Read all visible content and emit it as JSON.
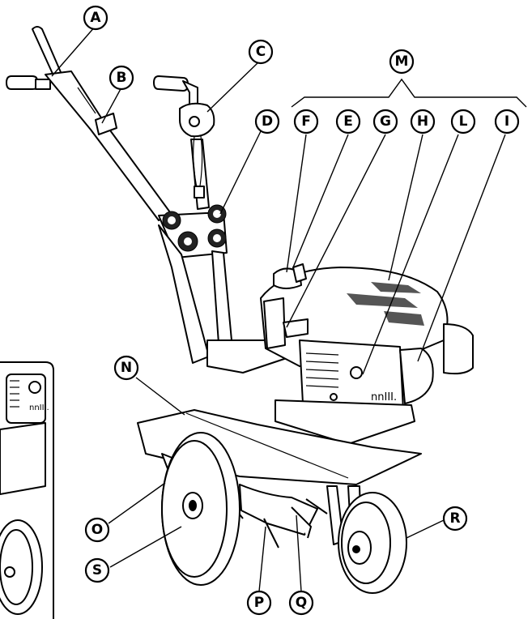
{
  "callouts": {
    "A": "A",
    "B": "B",
    "C": "C",
    "D": "D",
    "E": "E",
    "F": "F",
    "G": "G",
    "H": "H",
    "I": "I",
    "L": "L",
    "M": "M",
    "N": "N",
    "O": "O",
    "P": "P",
    "Q": "Q",
    "R": "R",
    "S": "S"
  },
  "inset": {
    "badge_text": "nnIII."
  },
  "engine": {
    "badge_text": "nnIII."
  }
}
